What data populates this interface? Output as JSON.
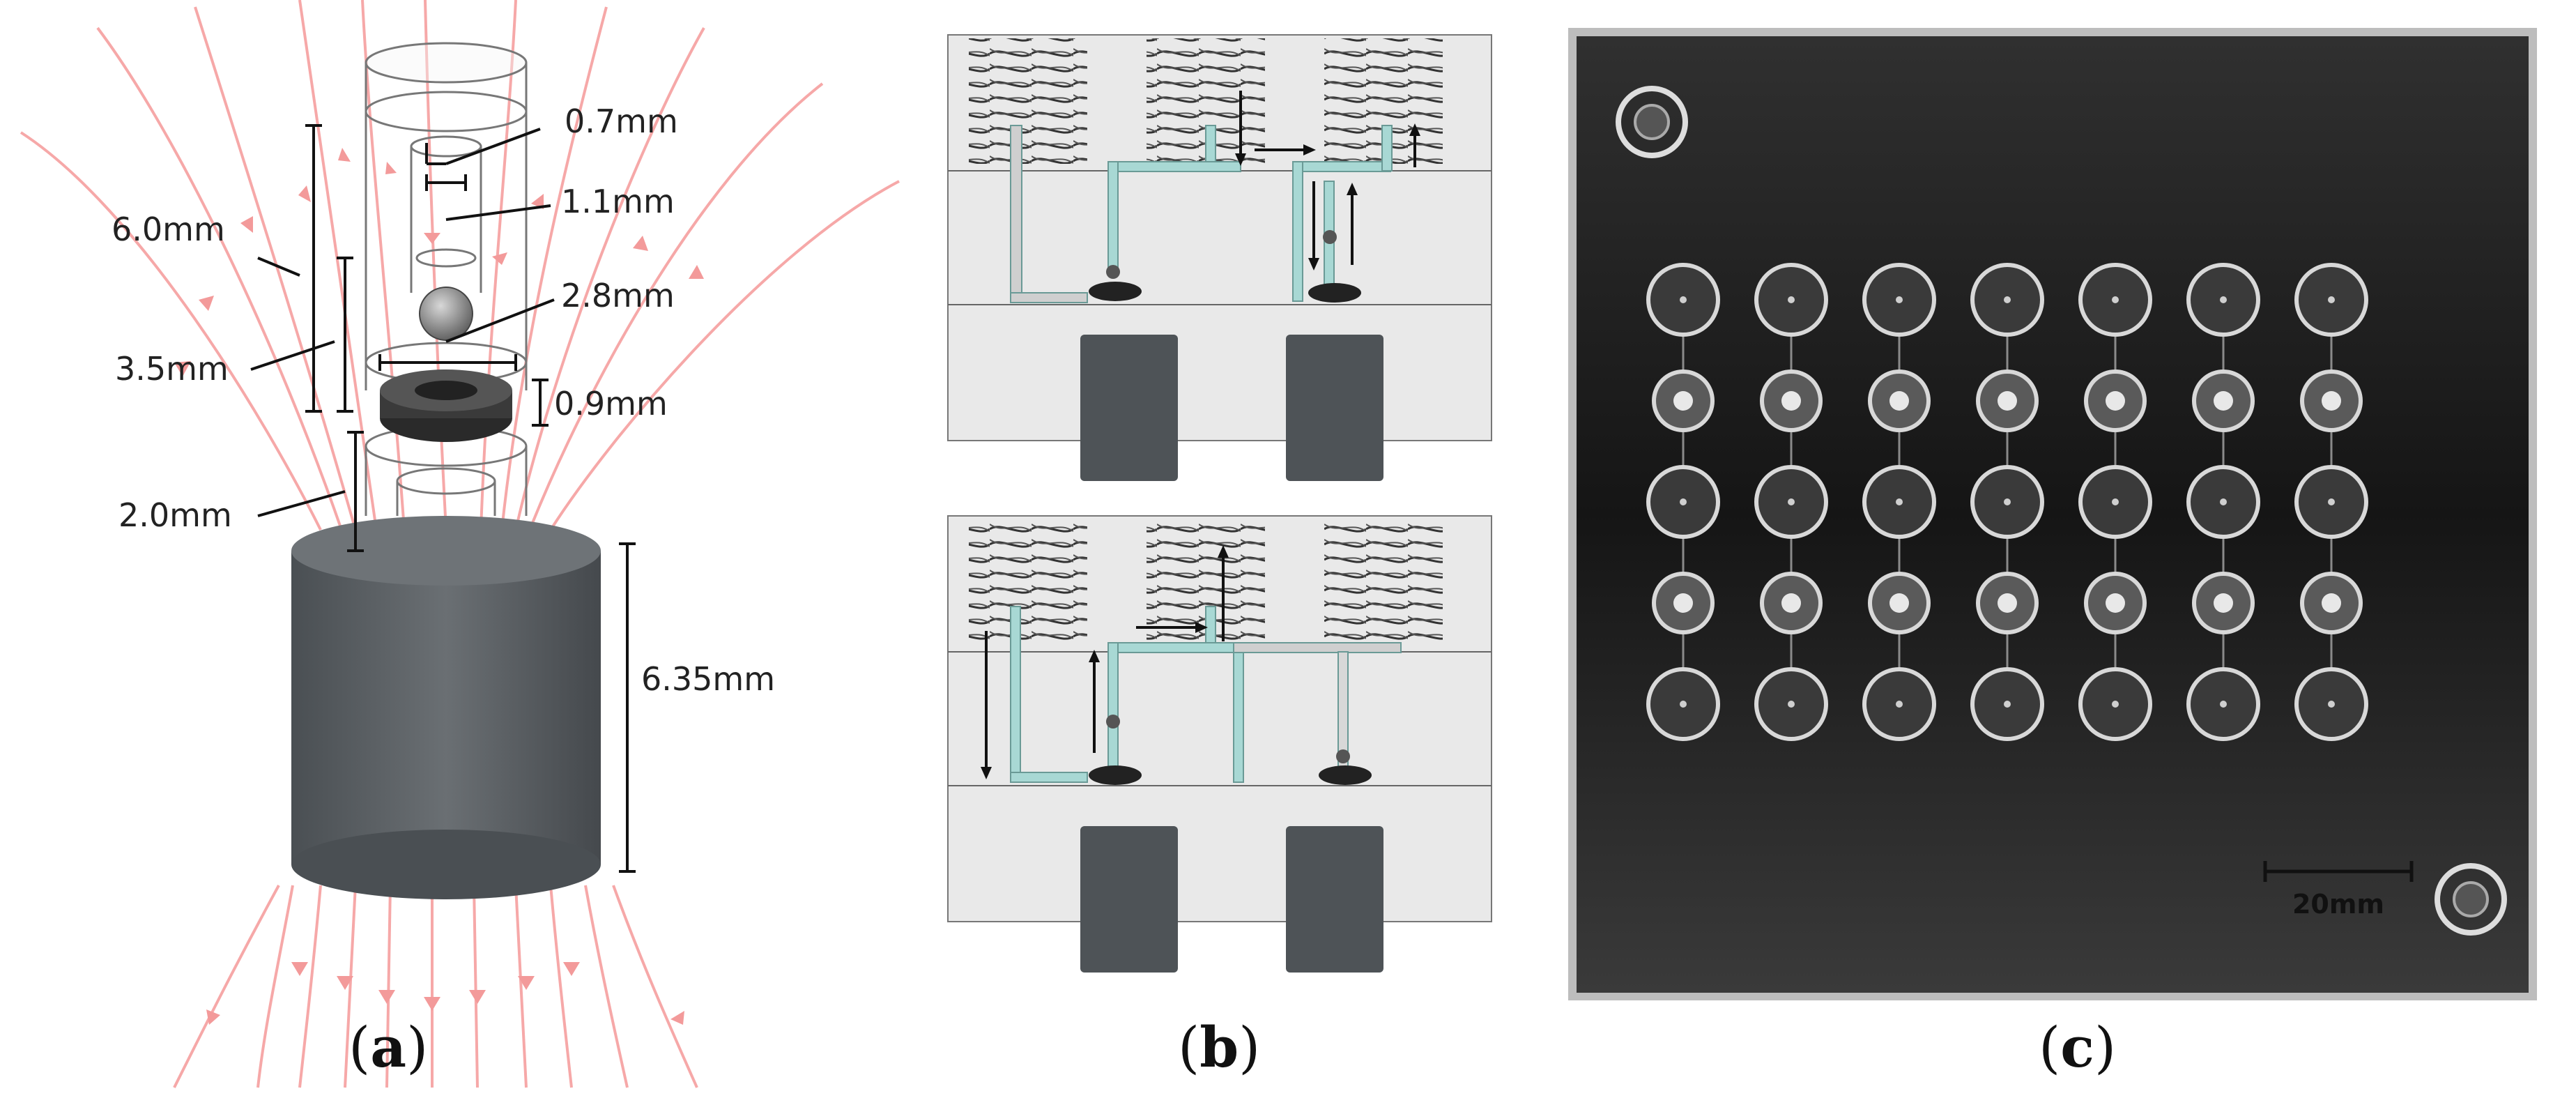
{
  "panel_a": {
    "dimensions": {
      "d07": "0.7mm",
      "d11": "1.1mm",
      "d28": "2.8mm",
      "d60": "6.0mm",
      "d35": "3.5mm",
      "d09": "0.9mm",
      "d20": "2.0mm",
      "d635": "6.35mm"
    }
  },
  "panel_c": {
    "scale_label": "20mm",
    "grid": {
      "rows": 5,
      "cols": 7
    }
  },
  "captions": {
    "a_open": "(",
    "a_letter": "a",
    "a_close": ")",
    "b_open": "(",
    "b_letter": "b",
    "b_close": ")",
    "c_open": "(",
    "c_letter": "c",
    "c_close": ")"
  },
  "colors": {
    "field_lines": "#f4a0a0",
    "magnet": "#5a5f63",
    "channel": "#9fd3cf",
    "chip_dark": "#1e1e1e"
  }
}
